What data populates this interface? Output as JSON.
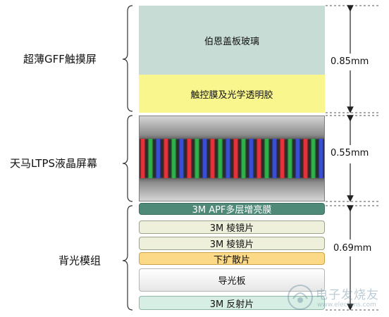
{
  "groups": [
    {
      "label": "超薄GFF触摸屏",
      "thickness": "0.85mm",
      "layers": [
        {
          "label": "伯恩盖板玻璃",
          "color": "#c8dcd6"
        },
        {
          "label": "触控膜及光学透明胶",
          "color": "#f8f68c"
        }
      ]
    },
    {
      "label": "天马LTPS液晶屏幕",
      "thickness": "0.55mm",
      "layers": [
        {
          "label": "",
          "color": "#9a9a9a"
        }
      ],
      "subpixel_colors": [
        "#e8323a",
        "#2fb24a",
        "#3a4fd8"
      ]
    },
    {
      "label": "背光模组",
      "thickness": "0.69mm",
      "layers": [
        {
          "label": "3M APF多层增亮膜",
          "color": "#4f8a78"
        },
        {
          "label": "3M 棱镜片",
          "color": "#eef0dc"
        },
        {
          "label": "3M 棱镜片",
          "color": "#eef0dc"
        },
        {
          "label": "下扩散片",
          "color": "#fbd987"
        },
        {
          "label": "导光板",
          "color": "#f4f4f4"
        },
        {
          "label": "3M 反射片",
          "color": "#d6eee4"
        }
      ]
    }
  ],
  "watermark": {
    "icon": "electron-fans-logo-icon",
    "text": "电子发烧友",
    "url": "www.elecfans.com"
  }
}
